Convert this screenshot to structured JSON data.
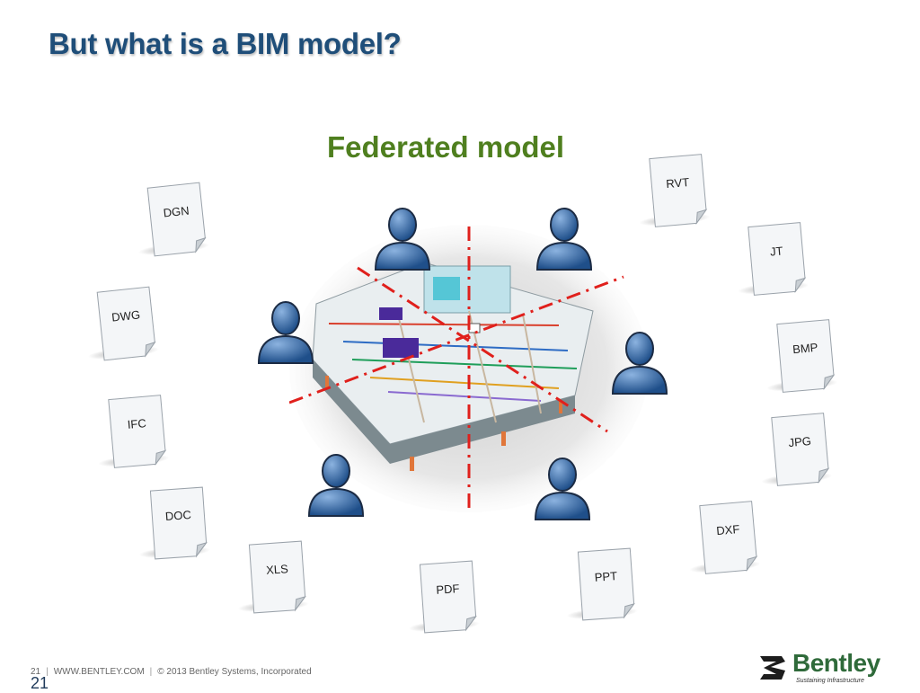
{
  "title": "But what is a BIM model?",
  "subtitle": "Federated model",
  "formats": {
    "dgn": "DGN",
    "dwg": "DWG",
    "ifc": "IFC",
    "doc": "DOC",
    "xls": "XLS",
    "pdf": "PDF",
    "ppt": "PPT",
    "dxf": "DXF",
    "jpg": "JPG",
    "bmp": "BMP",
    "jt": "JT",
    "rvt": "RVT"
  },
  "icons": {
    "document": "document-icon",
    "person": "person-icon",
    "model": "building-model-illustration",
    "logo": "bentley-logo-icon"
  },
  "colors": {
    "title": "#1f4e79",
    "subtitle": "#4f7f1f",
    "person": "#2e5e9a",
    "axis": "#e0201c",
    "brand": "#2f6a3a"
  },
  "footer": {
    "page_small": "21",
    "website": "WWW.BENTLEY.COM",
    "copyright": "© 2013 Bentley Systems, Incorporated",
    "page_large": "21"
  },
  "logo": {
    "brand": "Bentley",
    "tagline": "Sustaining Infrastructure"
  }
}
